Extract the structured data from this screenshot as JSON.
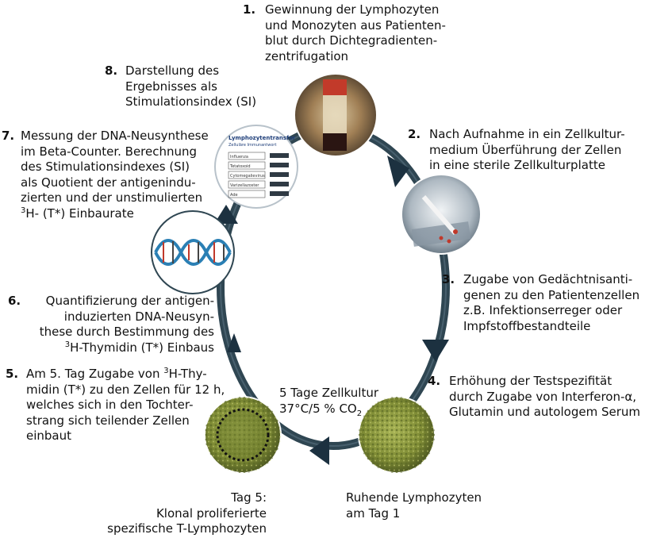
{
  "colors": {
    "ring": "#2f4652",
    "ring_dark": "#1d2f39",
    "arrow": "#1c3140",
    "text": "#111111",
    "culture_green": "#8c9a3c",
    "tube_amber": "#b98a2c",
    "dna_blue": "#2a7fb4",
    "dna_red": "#c0392b"
  },
  "icons": {
    "blood_tube": "blood-tube-photo",
    "pipette_plate": "pipette-plate-photo",
    "culture_resting": "resting-lymphocytes-photo",
    "culture_day5": "proliferating-lymphocytes-photo",
    "dna": "dna-helix-icon",
    "report": "report-sheet-icon"
  },
  "steps": [
    {
      "num": "1.",
      "lines": [
        "Gewinnung der Lymphozyten",
        "und Monozyten aus Patienten-",
        "blut durch Dichtegradienten-",
        "zentrifugation"
      ]
    },
    {
      "num": "2.",
      "lines": [
        "Nach Aufnahme in ein Zellkultur-",
        "medium Überführung der Zellen",
        "in eine sterile Zellkulturplatte"
      ]
    },
    {
      "num": "3.",
      "lines": [
        "Zugabe von Gedächtnisanti-",
        "genen zu den Patientenzellen",
        "z.B. Infektionserreger oder",
        "Impfstoffbestandteile"
      ]
    },
    {
      "num": "4.",
      "lines": [
        "Erhöhung der Testspezifität",
        "durch Zugabe von Interferon-α,",
        "Glutamin und autologem Serum"
      ]
    },
    {
      "num": "5.",
      "line1_pre": "Am 5. Tag Zugabe von ",
      "line1_sup": "3",
      "line1_post": "H-Thy-",
      "lines_rest": [
        "midin (T*) zu den Zellen für 12 h,",
        "welches sich in den Tochter-",
        "strang sich teilender Zellen",
        "einbaut"
      ]
    },
    {
      "num": "6.",
      "lines": [
        "Quantifizierung der antigen-",
        "induzierten DNA-Neusyn-",
        "these durch Bestimmung des"
      ],
      "last_sup": "3",
      "last_post": "H-Thymidin (T*) Einbaus"
    },
    {
      "num": "7.",
      "lines": [
        "Messung der DNA-Neusynthese",
        "im Beta-Counter. Berechnung",
        "des Stimulationsindexes (SI)",
        "als Quotient der antigenindu-",
        "zierten und der unstimulierten"
      ],
      "last_sup": "3",
      "last_post": "H- (T*) Einbaurate"
    },
    {
      "num": "8.",
      "lines": [
        "Darstellung des",
        "Ergebnisses als",
        "Stimulationsindex (SI)"
      ]
    }
  ],
  "culture_label": {
    "line1": "5 Tage Zellkultur",
    "line2_pre": "37°C/5 % CO",
    "line2_sub": "2"
  },
  "resting_label": [
    "Ruhende Lymphozyten",
    "am Tag 1"
  ],
  "day5_label": [
    "Tag 5:",
    "Klonal proliferierte",
    "spezifische T-Lymphozyten"
  ],
  "report": {
    "title": "Lymphozytentransfor",
    "subtitle": "Zelluläre Immunantwort",
    "rows": [
      "Influenza",
      "Tetatoxoid",
      "Cytomegalievirus",
      "Varizellazoster",
      "Ade"
    ]
  }
}
